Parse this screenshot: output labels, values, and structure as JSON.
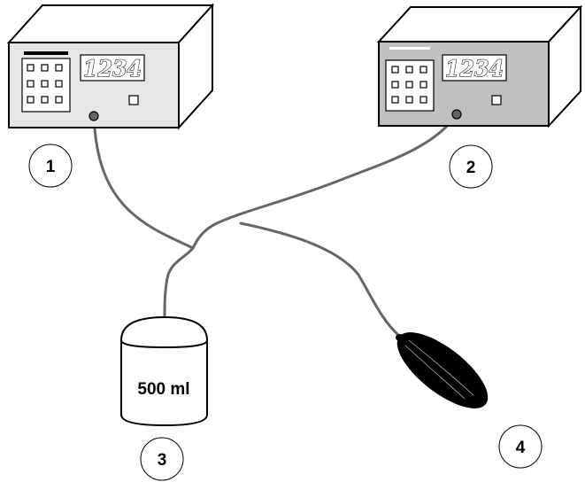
{
  "device1": {
    "display": "1234",
    "label": "1"
  },
  "device2": {
    "display": "1234",
    "label": "2"
  },
  "container": {
    "volume": "500 ml",
    "label": "3"
  },
  "bag": {
    "label": "4"
  },
  "colors": {
    "device1_face": "#e6e6e6",
    "device2_face": "#c0c0c0",
    "tube": "#666666",
    "bag": "#000000"
  }
}
